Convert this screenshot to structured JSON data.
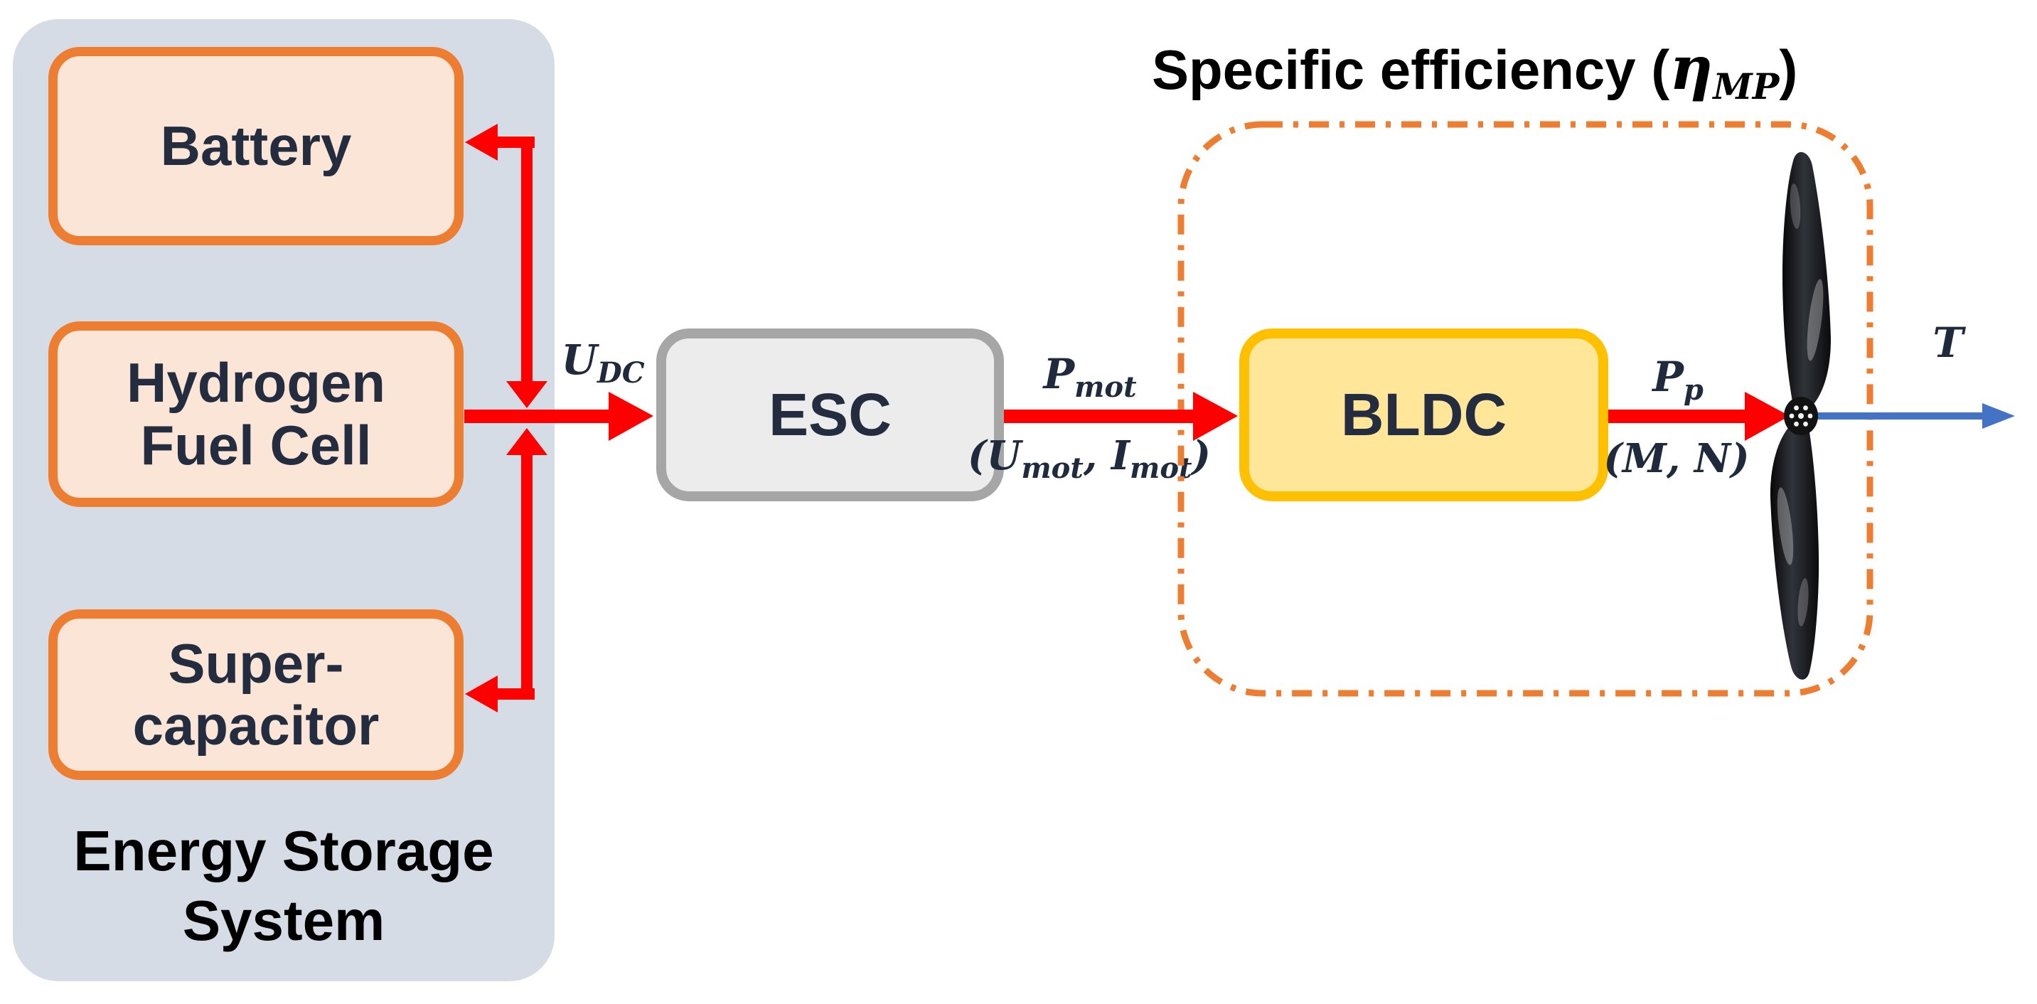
{
  "title": {
    "prefix": "Specific efficiency (",
    "eta": "η",
    "eta_sub": "MP",
    "suffix": ")"
  },
  "ess": {
    "label": "Energy Storage System",
    "boxes": [
      {
        "id": "battery",
        "label": "Battery"
      },
      {
        "id": "hydrogen_fuel_cell",
        "label": "Hydrogen Fuel Cell"
      },
      {
        "id": "super_capacitor",
        "label": "Super-capacitor"
      }
    ]
  },
  "blocks": {
    "esc": "ESC",
    "bldc": "BLDC"
  },
  "signals": {
    "u_dc": {
      "main": "U",
      "sub": "DC"
    },
    "p_mot": {
      "main": "P",
      "sub": "mot"
    },
    "u_i_mot": {
      "open": "(",
      "v1": "U",
      "v1_sub": "mot",
      "sep": ", ",
      "v2": "I",
      "v2_sub": "mot",
      "close": ")"
    },
    "p_p": {
      "main": "P",
      "sub": "p"
    },
    "m_n": "(M, N)",
    "thrust": "T"
  },
  "icons": {
    "propeller": "propeller-icon"
  },
  "colors": {
    "panel_fill": "#D6DCE5",
    "ess_box_fill": "#FBE5D6",
    "ess_box_border": "#ED7D31",
    "esc_fill": "#ECECEC",
    "esc_border": "#A6A6A6",
    "bldc_fill": "#FFE699",
    "bldc_border": "#FFC000",
    "arrow_red": "#FF0000",
    "thrust_blue": "#4472C4",
    "dashed_boundary_orange": "#ED7D31",
    "box_text": "#232D3F",
    "label_text": "#000000"
  }
}
